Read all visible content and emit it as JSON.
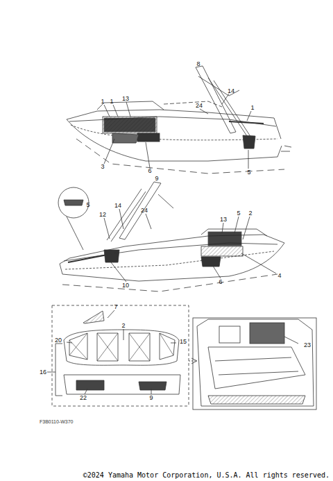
{
  "diagram": {
    "labels": [
      "8",
      "14",
      "1",
      "1",
      "13",
      "24",
      "1",
      "3",
      "6",
      "5",
      "9",
      "5",
      "12",
      "14",
      "24",
      "13",
      "5",
      "2",
      "10",
      "6",
      "4",
      "7",
      "2",
      "20",
      "15",
      "16",
      "22",
      "9",
      "23",
      "F3B0110-W370",
      "©2024 Yamaha Motor Corporation, U.S.A. All rights reserved."
    ]
  }
}
